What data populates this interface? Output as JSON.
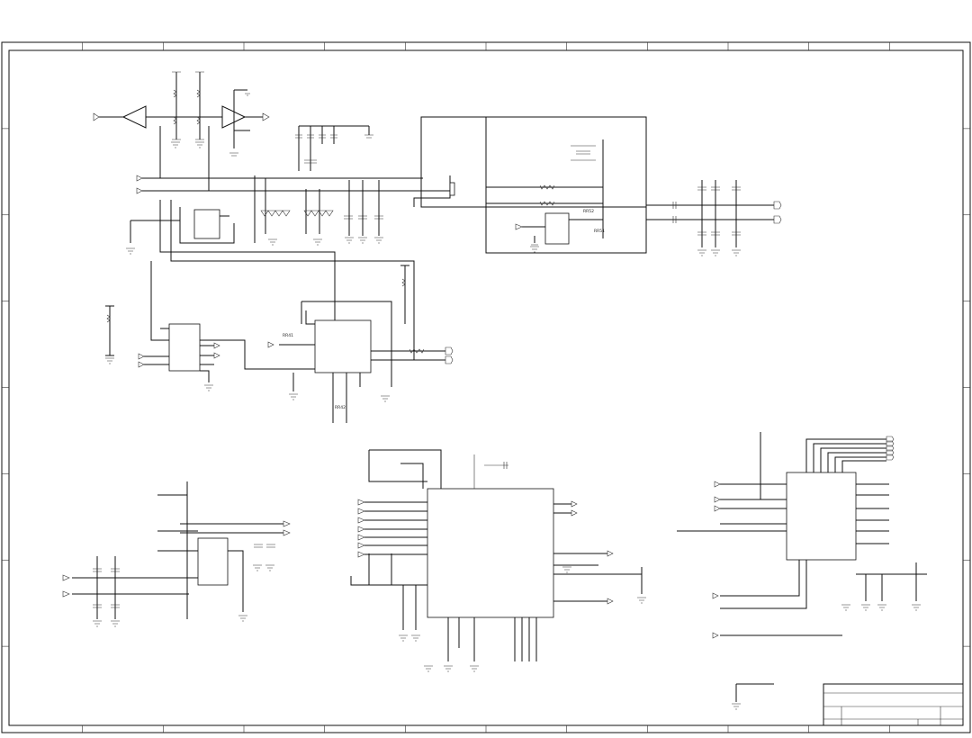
{
  "schematic": {
    "ref_labels": {
      "r_fb_left": "RR41",
      "r_bottom": "RR42",
      "r_amp_top": "RR52",
      "r_amp_bot": "RR51"
    },
    "frame": {
      "zones": 12,
      "rows": 8
    }
  }
}
